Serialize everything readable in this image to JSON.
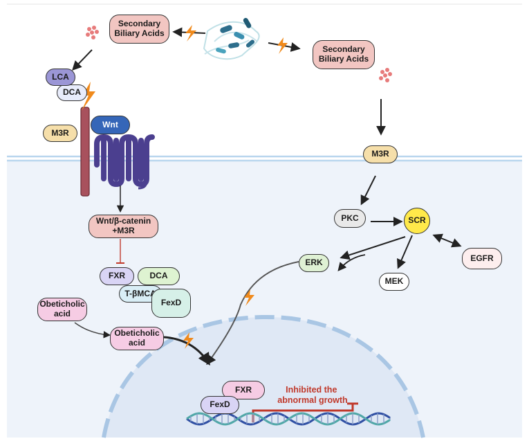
{
  "nodes": {
    "sba_top": "Secondary\nBiliary Acids",
    "sba_right": "Secondary\nBiliary Acids",
    "lca": "LCA",
    "dca_membrane": "DCA",
    "m3r_left": "M3R",
    "wnt": "Wnt",
    "m3r_right": "M3R",
    "wnt_catenin": "Wnt/β-catenin\n+M3R",
    "pkc": "PKC",
    "scr": "SCR",
    "egfr": "EGFR",
    "erk": "ERK",
    "mek": "MEK",
    "fxr_cluster": "FXR",
    "dca_cluster": "DCA",
    "tbmca": "T-βMCA",
    "fexd_cluster": "FexD",
    "obeticholic_1": "Obeticholic\nacid",
    "obeticholic_2": "Obeticholic\nacid",
    "fxr_nucleus": "FXR",
    "fexd_nucleus": "FexD"
  },
  "annotation": "Inhibited the\nabnormal growth",
  "colors": {
    "sba": "#f2c6c2",
    "lca": "#9b96d6",
    "dca_membrane": "#e8ecfb",
    "m3r": "#f6dfaa",
    "wnt": "#3566b8",
    "receptor": "#4b3f8f",
    "channel": "#a8515d",
    "wnt_catenin": "#f2c6c2",
    "pkc": "#e9e9e9",
    "scr": "#ffe94a",
    "egfr": "#fdeeee",
    "erk": "#dff1d4",
    "mek": "#ffffff",
    "fxr": "#d9d4f5",
    "dca_green": "#def3d1",
    "tbmca": "#d9eef6",
    "fexd": "#d6f0e8",
    "obeticholic": "#f6cce4",
    "fxr_nucleus": "#f6cce4",
    "fexd_nucleus": "#d9d4f5",
    "inhibit": "#c0392b",
    "lightning": "#f08a1c",
    "cell": "#eef3fa",
    "membrane": "#b9d6ee",
    "dna_a": "#2f4fa3",
    "dna_b": "#4fa7a7"
  }
}
